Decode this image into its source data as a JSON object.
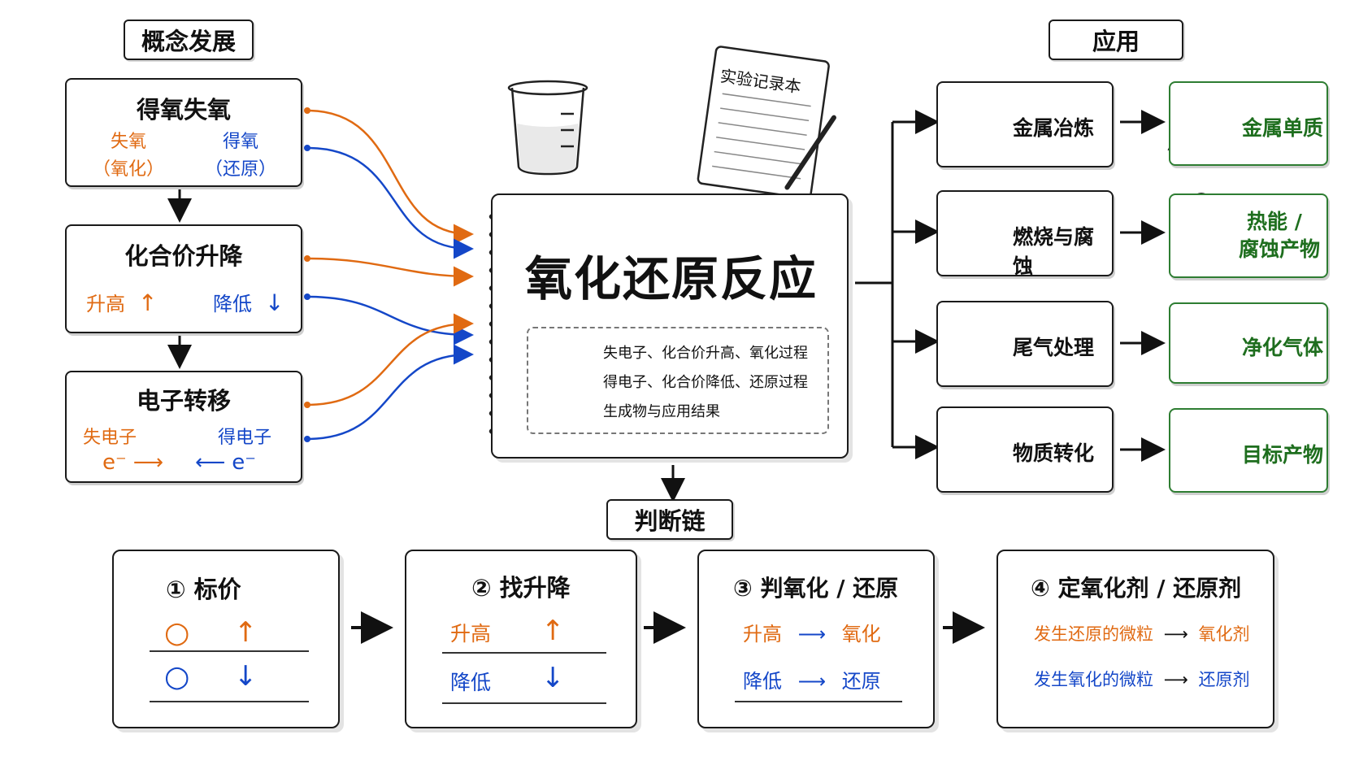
{
  "colors": {
    "oxidation": "#e06a12",
    "reduction": "#1447c8",
    "result": "#2e7d32",
    "ink": "#1a1a1a"
  },
  "left": {
    "section_label": "概念发展",
    "box1": {
      "title": "得氧失氧",
      "left_line1": "失氧",
      "left_line2": "（氧化）",
      "right_line1": "得氧",
      "right_line2": "（还原）"
    },
    "box2": {
      "title": "化合价升降",
      "left": "升高",
      "right": "降低"
    },
    "box3": {
      "title": "电子转移",
      "left": "失电子",
      "right": "得电子",
      "left_e": "e⁻",
      "right_e": "e⁻"
    }
  },
  "center": {
    "beaker_icon": "beaker-icon",
    "notepad_label": "实验记录本",
    "title": "氧化还原反应",
    "legend": [
      {
        "text": "失电子、化合价升高、氧化过程",
        "color": "#e06a12"
      },
      {
        "text": "得电子、化合价降低、还原过程",
        "color": "#1447c8"
      },
      {
        "text": "生成物与应用结果",
        "color": "#2e7d32"
      }
    ]
  },
  "right": {
    "section_label": "应用",
    "apps": [
      {
        "label": "金属冶炼",
        "icon": "furnace-icon",
        "result": "金属单质",
        "result_icon": "metal-ingot-icon"
      },
      {
        "label": "燃烧与腐蚀",
        "icon": "fire-icon",
        "result_line1": "热能 /",
        "result_line2": "腐蚀产物",
        "result_icon": "smoke-rust-icon"
      },
      {
        "label": "尾气处理",
        "icon": "factory-icon",
        "result": "净化气体",
        "result_icon": "leaf-icon"
      },
      {
        "label": "物质转化",
        "icon": "test-tube-flask-icon",
        "result": "目标产物",
        "result_icon": "flask-icon"
      }
    ]
  },
  "bottom": {
    "section_label": "判断链",
    "steps": [
      {
        "title": "① 标价",
        "row1_a": "○",
        "row1_b": "↑",
        "row2_a": "○",
        "row2_b": "↓"
      },
      {
        "title": "② 找升降",
        "row1_a": "升高",
        "row1_b": "↑",
        "row2_a": "降低",
        "row2_b": "↓"
      },
      {
        "title": "③ 判氧化 / 还原",
        "row1_a": "升高",
        "row1_b": "氧化",
        "row2_a": "降低",
        "row2_b": "还原"
      },
      {
        "title": "④ 定氧化剂 / 还原剂",
        "row1_a": "发生还原的微粒",
        "row1_b": "氧化剂",
        "row2_a": "发生氧化的微粒",
        "row2_b": "还原剂"
      }
    ]
  }
}
